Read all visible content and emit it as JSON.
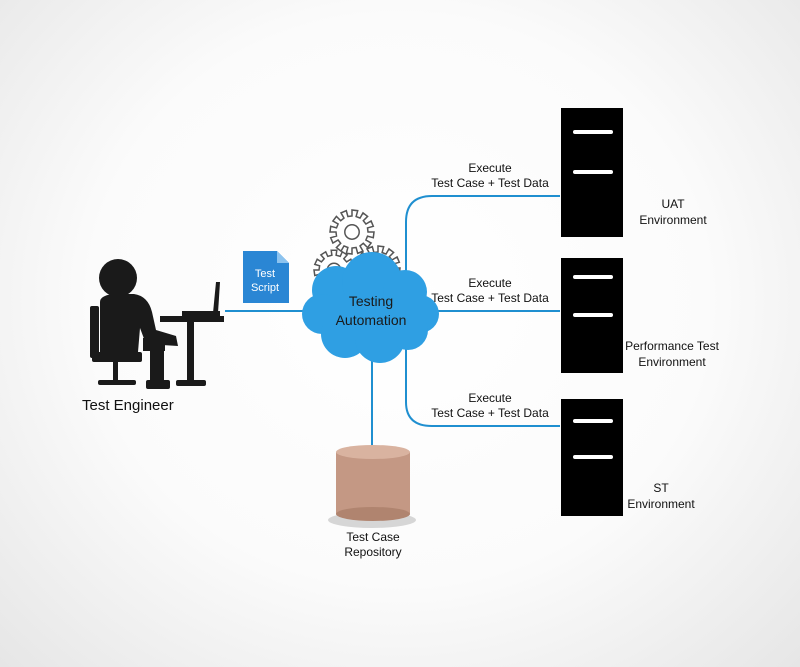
{
  "engineer": {
    "label": "Test Engineer",
    "icon": "person-at-laptop-icon"
  },
  "script_doc": {
    "line1": "Test",
    "line2": "Script",
    "icon": "document-icon",
    "color": "#2a86d4"
  },
  "cloud": {
    "line1": "Testing",
    "line2": "Automation",
    "icon": "cloud-gears-icon",
    "color": "#2f9fe3"
  },
  "repository": {
    "line1": "Test Case",
    "line2": "Repository",
    "icon": "database-cylinder-icon",
    "color": "#c49884"
  },
  "links": [
    {
      "line1": "Execute",
      "line2": "Test Case + Test Data"
    },
    {
      "line1": "Execute",
      "line2": "Test Case + Test Data"
    },
    {
      "line1": "Execute",
      "line2": "Test Case + Test Data"
    }
  ],
  "servers": [
    {
      "line1": "UAT",
      "line2": "Environment",
      "icon": "server-tower-icon"
    },
    {
      "line1": "Performance Test",
      "line2": "Environment",
      "icon": "server-tower-icon"
    },
    {
      "line1": "ST",
      "line2": "Environment",
      "icon": "server-tower-icon"
    }
  ],
  "colors": {
    "wire": "#1f8fd0",
    "server": "#000000",
    "silhouette": "#1a1a1a"
  }
}
